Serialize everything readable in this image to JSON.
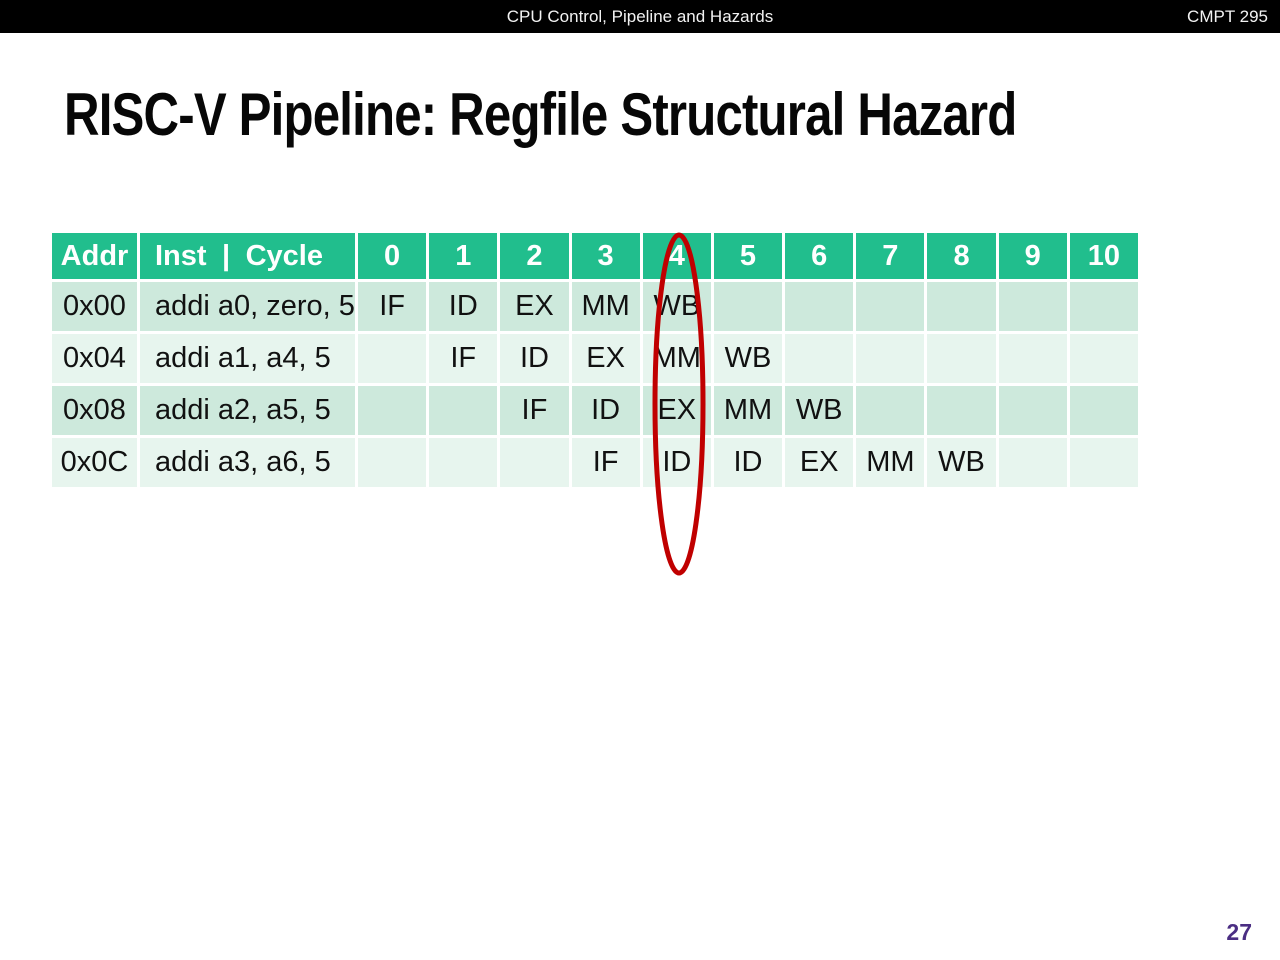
{
  "top_bar": {
    "title": "CPU Control, Pipeline and Hazards",
    "course": "CMPT 295"
  },
  "slide": {
    "title": "RISC-V Pipeline: Regfile Structural Hazard",
    "page_number": "27"
  },
  "table": {
    "header": {
      "addr": "Addr",
      "inst": "Inst",
      "separator": "|",
      "cycle": "Cycle",
      "cycles": [
        "0",
        "1",
        "2",
        "3",
        "4",
        "5",
        "6",
        "7",
        "8",
        "9",
        "10"
      ]
    },
    "rows": [
      {
        "addr": "0x00",
        "inst": "addi a0, zero, 5",
        "stages": [
          "IF",
          "ID",
          "EX",
          "MM",
          "WB",
          "",
          "",
          "",
          "",
          "",
          ""
        ]
      },
      {
        "addr": "0x04",
        "inst": "addi a1, a4, 5",
        "stages": [
          "",
          "IF",
          "ID",
          "EX",
          "MM",
          "WB",
          "",
          "",
          "",
          "",
          ""
        ]
      },
      {
        "addr": "0x08",
        "inst": "addi a2, a5, 5",
        "stages": [
          "",
          "",
          "IF",
          "ID",
          "EX",
          "MM",
          "WB",
          "",
          "",
          "",
          ""
        ]
      },
      {
        "addr": "0x0C",
        "inst": "addi a3, a6, 5",
        "stages": [
          "",
          "",
          "",
          "IF",
          "ID",
          "ID",
          "EX",
          "MM",
          "WB",
          "",
          ""
        ]
      }
    ]
  },
  "annotation": {
    "highlighted_cycle": "4",
    "ellipse_color": "#C00000"
  },
  "colors": {
    "header_green": "#21BE8D",
    "row_light": "#CDE9DC",
    "row_lighter": "#E7F5EE",
    "page_number_purple": "#4B2E83"
  }
}
